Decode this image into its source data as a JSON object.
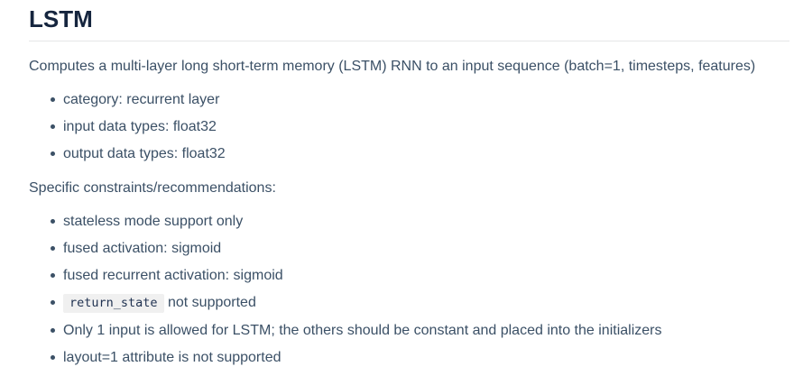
{
  "page": {
    "title": "LSTM",
    "description": "Computes a multi-layer long short-term memory (LSTM) RNN to an input sequence (batch=1, timesteps, features)",
    "properties": [
      {
        "text": "category: recurrent layer"
      },
      {
        "text": "input data types: float32"
      },
      {
        "text": "output data types: float32"
      }
    ],
    "constraints_heading": "Specific constraints/recommendations:",
    "constraints": [
      {
        "text": "stateless mode support only"
      },
      {
        "text": "fused activation: sigmoid"
      },
      {
        "text": "fused recurrent activation: sigmoid"
      },
      {
        "code": "return_state",
        "text": " not supported"
      },
      {
        "text": "Only 1 input is allowed for LSTM; the others should be constant and placed into the initializers"
      },
      {
        "text": "layout=1 attribute is not supported"
      }
    ],
    "colors": {
      "heading": "#15253e",
      "body_text": "#3b5066",
      "divider": "#e5e6e7",
      "code_background": "#f0f0f0"
    }
  }
}
